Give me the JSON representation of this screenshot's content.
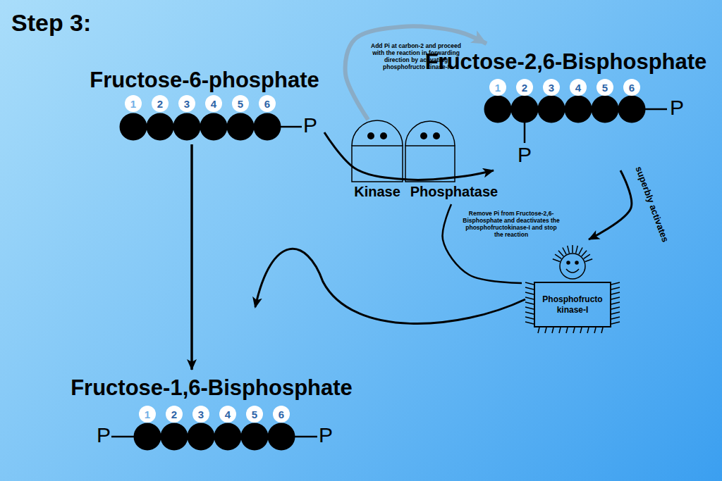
{
  "diagram": {
    "title": "Step 3:",
    "nodes": [
      {
        "text": [
          "Fructose-6-phosphate"
        ]
      },
      {
        "text": [
          "Kinase"
        ]
      },
      {
        "text": [
          "Phosphatase"
        ]
      },
      {
        "text": [
          "Fructose-2,6-Bisphosphate"
        ]
      },
      {
        "text": [
          "Phosphofructo kinase-I"
        ]
      },
      {
        "text": [
          "Fructose-1,6-Bisphosphate"
        ]
      }
    ],
    "edges": [
      {
        "from": 0,
        "to": 5,
        "arrow": "to"
      },
      {
        "from": 0,
        "to": 3,
        "arrow": "to"
      },
      {
        "from": 1,
        "to": 3,
        "arrow": "to"
      },
      {
        "from": 3,
        "to": 4,
        "label": "superbly activates",
        "arrow": "to"
      },
      {
        "from": 2,
        "to": 4,
        "arrow": "none"
      }
    ],
    "labels": [
      "1",
      "2",
      "3",
      "4",
      "5",
      "6",
      "P",
      "Add Pi at carbon-2 and proceed with the reaction in forwarding direction by activating phosphofructo kinase-I",
      "1",
      "2",
      "3",
      "4",
      "5",
      "6",
      "P",
      "P",
      "Remove Pi from Fructose-2,6-Bisphosphate and deactivates the phosphofructokinase-I and stop the reaction",
      "P",
      "1",
      "2",
      "3",
      "4",
      "5",
      "6",
      "P"
    ]
  }
}
